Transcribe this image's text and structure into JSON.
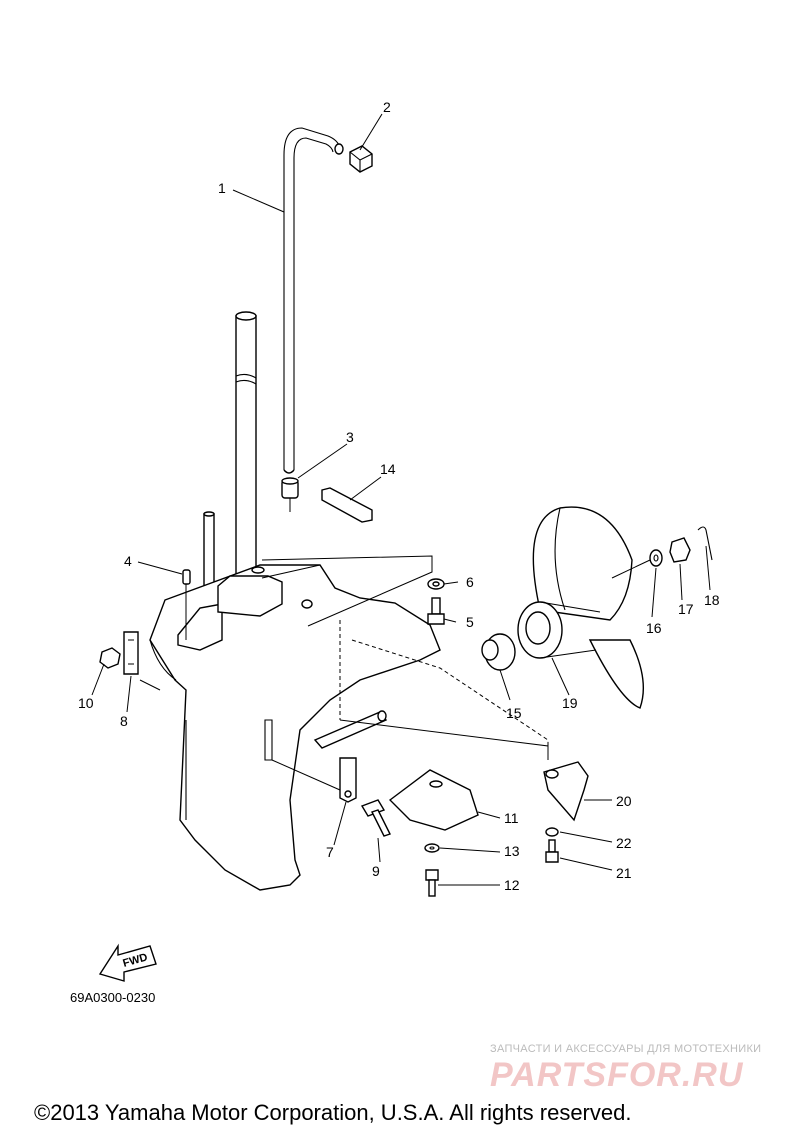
{
  "callouts": [
    "1",
    "2",
    "3",
    "4",
    "5",
    "6",
    "7",
    "8",
    "9",
    "10",
    "11",
    "12",
    "13",
    "14",
    "15",
    "16",
    "17",
    "18",
    "19",
    "20",
    "21",
    "22"
  ],
  "fwd_label": "FWD",
  "diagram_code": "69A0300-0230",
  "watermark": {
    "tagline": "ЗАПЧАСТИ И АКСЕССУАРЫ ДЛЯ МОТОТЕХНИКИ",
    "logo": "PARTSFOR.RU"
  },
  "copyright": "©2013 Yamaha Motor Corporation, U.S.A. All rights reserved."
}
